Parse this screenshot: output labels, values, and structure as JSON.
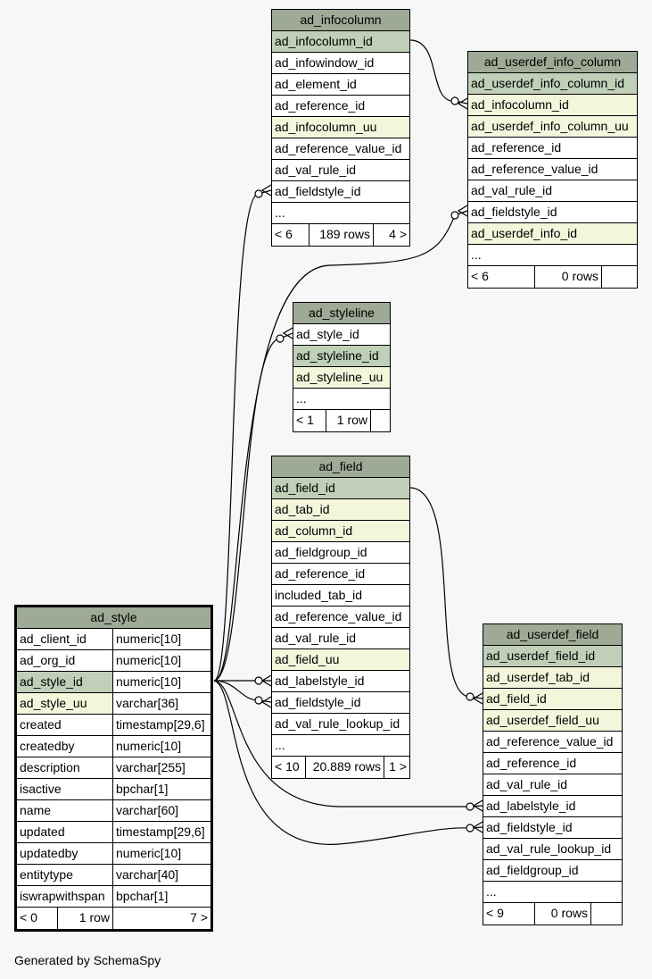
{
  "tables": {
    "ad_infocolumn": {
      "name": "ad_infocolumn",
      "columns": [
        {
          "name": "ad_infocolumn_id",
          "kind": "pk"
        },
        {
          "name": "ad_infowindow_id",
          "kind": ""
        },
        {
          "name": "ad_element_id",
          "kind": ""
        },
        {
          "name": "ad_reference_id",
          "kind": ""
        },
        {
          "name": "ad_infocolumn_uu",
          "kind": "uq"
        },
        {
          "name": "ad_reference_value_id",
          "kind": ""
        },
        {
          "name": "ad_val_rule_id",
          "kind": ""
        },
        {
          "name": "ad_fieldstyle_id",
          "kind": ""
        },
        {
          "name": "...",
          "kind": ""
        }
      ],
      "footer": [
        "< 6",
        "189 rows",
        "4 >"
      ]
    },
    "ad_userdef_info_column": {
      "name": "ad_userdef_info_column",
      "columns": [
        {
          "name": "ad_userdef_info_column_id",
          "kind": "pk"
        },
        {
          "name": "ad_infocolumn_id",
          "kind": "uq"
        },
        {
          "name": "ad_userdef_info_column_uu",
          "kind": "uq"
        },
        {
          "name": "ad_reference_id",
          "kind": ""
        },
        {
          "name": "ad_reference_value_id",
          "kind": ""
        },
        {
          "name": "ad_val_rule_id",
          "kind": ""
        },
        {
          "name": "ad_fieldstyle_id",
          "kind": ""
        },
        {
          "name": "ad_userdef_info_id",
          "kind": "uq"
        },
        {
          "name": "...",
          "kind": ""
        }
      ],
      "footer": [
        "< 6",
        "0 rows",
        ""
      ]
    },
    "ad_styleline": {
      "name": "ad_styleline",
      "columns": [
        {
          "name": "ad_style_id",
          "kind": ""
        },
        {
          "name": "ad_styleline_id",
          "kind": "pk"
        },
        {
          "name": "ad_styleline_uu",
          "kind": "uq"
        },
        {
          "name": "...",
          "kind": ""
        }
      ],
      "footer": [
        "< 1",
        "1 row",
        ""
      ]
    },
    "ad_field": {
      "name": "ad_field",
      "columns": [
        {
          "name": "ad_field_id",
          "kind": "pk"
        },
        {
          "name": "ad_tab_id",
          "kind": "uq"
        },
        {
          "name": "ad_column_id",
          "kind": "uq"
        },
        {
          "name": "ad_fieldgroup_id",
          "kind": ""
        },
        {
          "name": "ad_reference_id",
          "kind": ""
        },
        {
          "name": "included_tab_id",
          "kind": ""
        },
        {
          "name": "ad_reference_value_id",
          "kind": ""
        },
        {
          "name": "ad_val_rule_id",
          "kind": ""
        },
        {
          "name": "ad_field_uu",
          "kind": "uq"
        },
        {
          "name": "ad_labelstyle_id",
          "kind": ""
        },
        {
          "name": "ad_fieldstyle_id",
          "kind": ""
        },
        {
          "name": "ad_val_rule_lookup_id",
          "kind": ""
        },
        {
          "name": "...",
          "kind": ""
        }
      ],
      "footer": [
        "< 10",
        "20.889 rows",
        "1 >"
      ]
    },
    "ad_userdef_field": {
      "name": "ad_userdef_field",
      "columns": [
        {
          "name": "ad_userdef_field_id",
          "kind": "pk"
        },
        {
          "name": "ad_userdef_tab_id",
          "kind": "uq"
        },
        {
          "name": "ad_field_id",
          "kind": "uq"
        },
        {
          "name": "ad_userdef_field_uu",
          "kind": "uq"
        },
        {
          "name": "ad_reference_value_id",
          "kind": ""
        },
        {
          "name": "ad_reference_id",
          "kind": ""
        },
        {
          "name": "ad_val_rule_id",
          "kind": ""
        },
        {
          "name": "ad_labelstyle_id",
          "kind": ""
        },
        {
          "name": "ad_fieldstyle_id",
          "kind": ""
        },
        {
          "name": "ad_val_rule_lookup_id",
          "kind": ""
        },
        {
          "name": "ad_fieldgroup_id",
          "kind": ""
        },
        {
          "name": "...",
          "kind": ""
        }
      ],
      "footer": [
        "< 9",
        "0 rows",
        ""
      ]
    },
    "ad_style": {
      "name": "ad_style",
      "columns": [
        {
          "name": "ad_client_id",
          "type": "numeric[10]",
          "kind": ""
        },
        {
          "name": "ad_org_id",
          "type": "numeric[10]",
          "kind": ""
        },
        {
          "name": "ad_style_id",
          "type": "numeric[10]",
          "kind": "pk"
        },
        {
          "name": "ad_style_uu",
          "type": "varchar[36]",
          "kind": "uq"
        },
        {
          "name": "created",
          "type": "timestamp[29,6]",
          "kind": ""
        },
        {
          "name": "createdby",
          "type": "numeric[10]",
          "kind": ""
        },
        {
          "name": "description",
          "type": "varchar[255]",
          "kind": ""
        },
        {
          "name": "isactive",
          "type": "bpchar[1]",
          "kind": ""
        },
        {
          "name": "name",
          "type": "varchar[60]",
          "kind": ""
        },
        {
          "name": "updated",
          "type": "timestamp[29,6]",
          "kind": ""
        },
        {
          "name": "updatedby",
          "type": "numeric[10]",
          "kind": ""
        },
        {
          "name": "entitytype",
          "type": "varchar[40]",
          "kind": ""
        },
        {
          "name": "iswrapwithspan",
          "type": "bpchar[1]",
          "kind": ""
        }
      ],
      "footer": [
        "< 0",
        "1 row",
        "7 >"
      ]
    }
  },
  "credit": "Generated by SchemaSpy"
}
